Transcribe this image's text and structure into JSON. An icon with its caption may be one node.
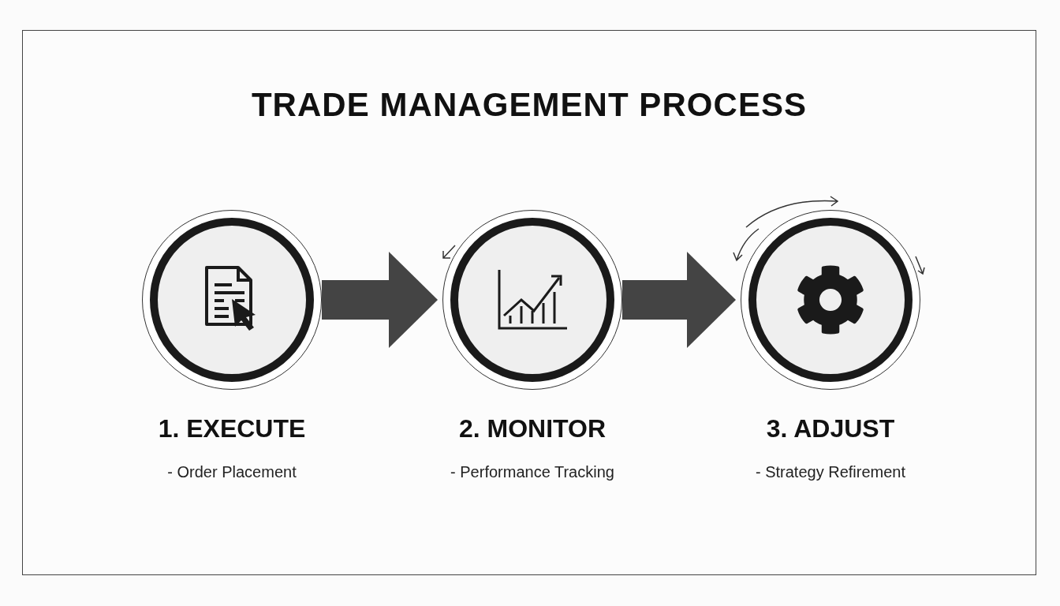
{
  "diagram": {
    "title": "TRADE MANAGEMENT PROCESS",
    "nodes": [
      {
        "text": [
          "1. EXECUTE",
          "- Order Placement"
        ]
      },
      {
        "text": [
          "2. MONITOR",
          "- Performance Tracking"
        ]
      },
      {
        "text": [
          "3. ADJUST",
          "- Strategy Refirement"
        ]
      }
    ],
    "edges": [
      {
        "from": 0,
        "to": 1,
        "arrow": "to"
      },
      {
        "from": 1,
        "to": 2,
        "arrow": "to"
      }
    ]
  }
}
